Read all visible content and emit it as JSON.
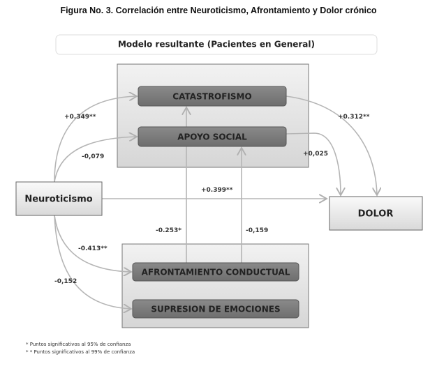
{
  "title": "Figura No. 3. Correlación entre Neuroticismo, Afrontamiento y Dolor crónico",
  "model_title": "Modelo resultante (Pacientes en General)",
  "nodes": {
    "catastrofismo": "CATASTROFISMO",
    "apoyo_social": "APOYO SOCIAL",
    "neuroticismo": "Neuroticismo",
    "dolor": "DOLOR",
    "afrontamiento": "AFRONTAMIENTO CONDUCTUAL",
    "supresion": "SUPRESION DE EMOCIONES"
  },
  "edges": {
    "neuro_catas": "+0.349**",
    "neuro_apoyo": "-0,079",
    "neuro_dolor": "+0.399**",
    "afront_catas": "-0.253*",
    "afront_apoyo": "-0,159",
    "neuro_afront": "-0.413**",
    "neuro_supres": "-0,152",
    "catas_dolor": "+0.312**",
    "apoyo_dolor": "+0,025"
  },
  "notes": [
    "* Puntos significativos al 95% de confianza",
    "* * Puntos significativos al 99% de confianza"
  ]
}
